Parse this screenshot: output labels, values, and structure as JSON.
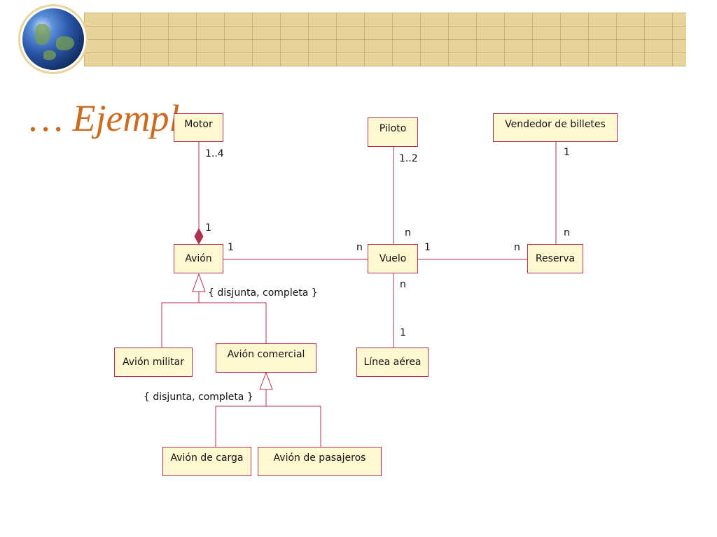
{
  "slide": {
    "title": "… Ejempl",
    "colors": {
      "title": "#cc6a1e",
      "box_fill": "#fff8d0",
      "box_border": "#b03050",
      "banner": "#e8d49a"
    }
  },
  "diagram": {
    "classes": {
      "motor": "Motor",
      "piloto": "Piloto",
      "vendedor": "Vendedor de billetes",
      "avion": "Avión",
      "vuelo": "Vuelo",
      "reserva": "Reserva",
      "avion_militar": "Avión militar",
      "avion_comercial": "Avión comercial",
      "linea_aerea": "Línea aérea",
      "avion_carga": "Avión de carga",
      "avion_pasajeros": "Avión de pasajeros"
    },
    "multiplicities": {
      "motor_top": "1..4",
      "motor_bottom": "1",
      "piloto_top": "1..2",
      "piloto_bottom": "n",
      "vendedor_top": "1",
      "vendedor_bottom": "n",
      "avion_vuelo_left": "1",
      "avion_vuelo_right": "n",
      "vuelo_reserva_left": "1",
      "vuelo_reserva_right": "n",
      "vuelo_linea_top": "n",
      "vuelo_linea_bottom": "1"
    },
    "constraints": {
      "avion_generalization": "{ disjunta, completa }",
      "comercial_generalization": "{ disjunta, completa }"
    }
  }
}
